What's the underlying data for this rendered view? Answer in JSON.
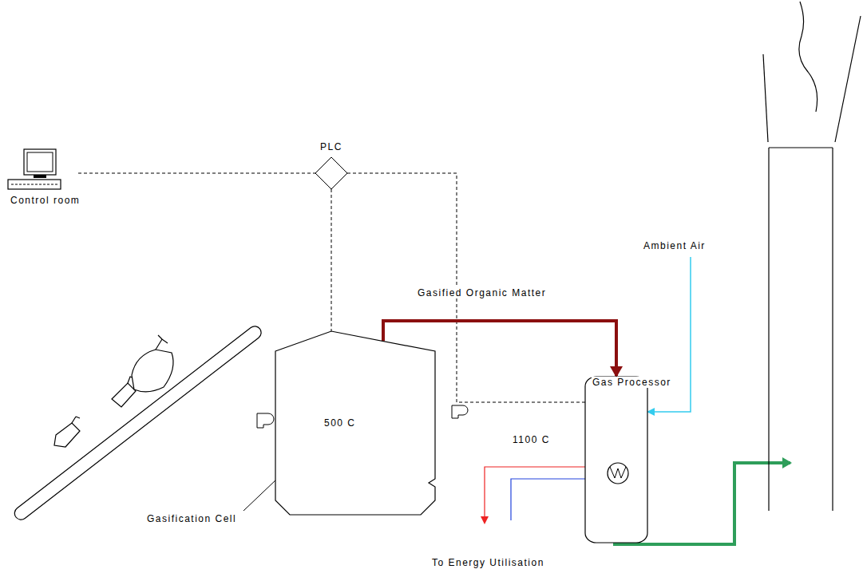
{
  "diagram": {
    "nodes": [
      {
        "text": [
          "Control room"
        ]
      },
      {
        "text": [
          "PLC"
        ]
      },
      {
        "text": [
          "500 C",
          "Gasification Cell"
        ]
      },
      {
        "text": [
          "Gas Processor",
          "1100 C"
        ]
      }
    ],
    "edges": [
      {
        "from": 0,
        "to": 1,
        "arrow": "none"
      },
      {
        "from": 1,
        "to": 2,
        "arrow": "none"
      },
      {
        "from": 1,
        "to": 3,
        "arrow": "none"
      },
      {
        "from": 2,
        "to": 3,
        "label": "Gasified Organic Matter",
        "arrow": "to"
      }
    ],
    "labels": [
      "Ambient Air",
      "To Energy Utilisation"
    ]
  }
}
